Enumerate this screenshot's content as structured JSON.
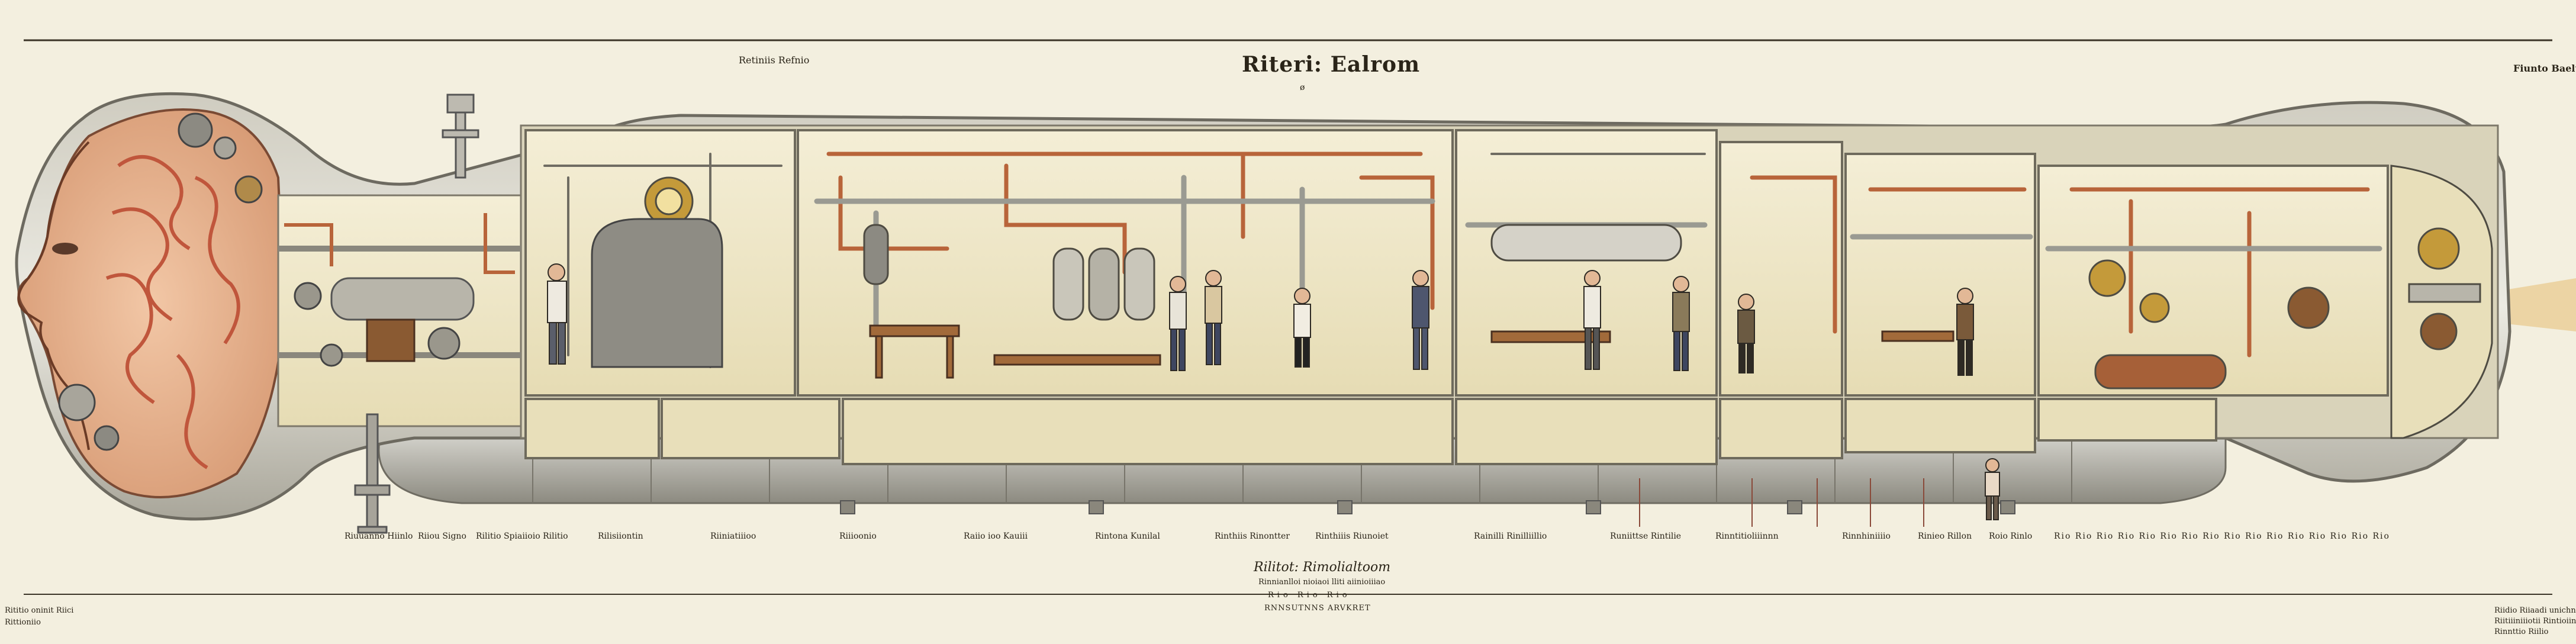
{
  "title": "Riteri: Ealrom",
  "title_sub": "ø",
  "corner_top_left": "Retiniis Refnio",
  "corner_top_right": "Fiunto Baelu",
  "bottom_labels": [
    "Riuuanno Hiinlo",
    "Riiou Signo",
    "Rilitio Spiaiioio Rilitio",
    "Rilisiiontin",
    "Riiniatiiioo",
    "Riiioonio",
    "Raiio ioo Kauiii",
    "Rintona Kunilal",
    "Rinthiis Rinontter",
    "Rinthiiis Riunoiet",
    "Rainilli Rinilliillio",
    "Runiittse Rintilie",
    "Rinntitioliiinnn",
    "Rinnhiniiiio",
    "Rinieo Rillon",
    "Roio Rinlo",
    "Rio Rio Rio Rio Rio Rio Rio Rio Rio Rio Rio Rio Rio Rio Rio Rio"
  ],
  "center_caption": "Rilitot: Rimolialtoom",
  "center_sub_1": "Rinnianlloi nioiaoi lliti aiinioiiiao",
  "center_sub_2": "Rio Rio Rio",
  "center_foot": "RNNSUTNNS ARVKRET",
  "footer_left": [
    "Rititio oninit Riici",
    "Rittioniio"
  ],
  "footer_right": [
    "Riidio Riiaadi unichnt Ritsh",
    "Riitiiiniiiotii Rintioiinio",
    "Rinnttio Riilio"
  ],
  "colors": {
    "paper": "#f3efdf",
    "hull_outline": "#8f8a7c",
    "hull_fill": "#e2decb",
    "wall": "#f2ecd6",
    "pipe_copper": "#b8643a",
    "pipe_grey": "#9a9a92",
    "flesh": "#d98a6a",
    "brass": "#c49a3a"
  }
}
